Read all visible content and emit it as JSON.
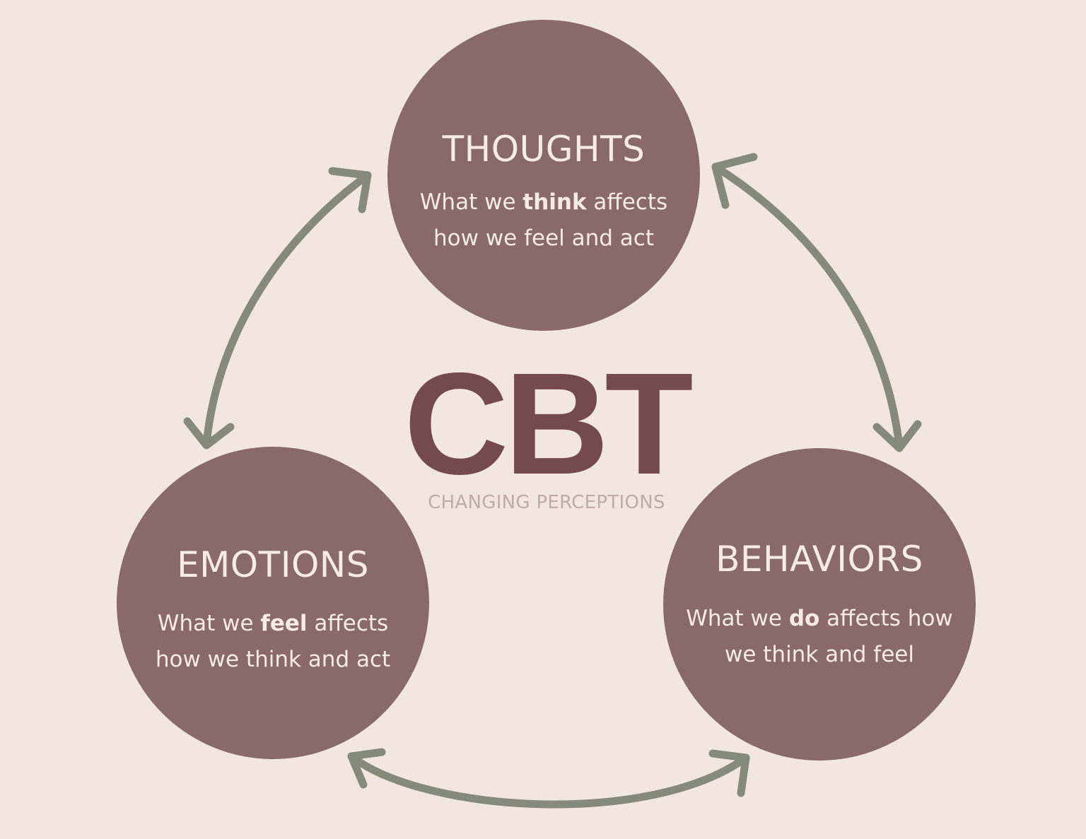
{
  "colors": {
    "background": "#f1e7df",
    "circle_fill": "#89696a",
    "circle_text": "#f6ece5",
    "arrow": "#868a79",
    "title": "#744a4f",
    "subtitle": "#c0aba6"
  },
  "center": {
    "title": "CBT",
    "subtitle": "CHANGING PERCEPTIONS"
  },
  "nodes": {
    "thoughts": {
      "title": "THOUGHTS",
      "line1_pre": "What we ",
      "line1_bold": "think",
      "line1_post": " affects",
      "line2": "how we feel and act"
    },
    "emotions": {
      "title": "EMOTIONS",
      "line1_pre": "What we ",
      "line1_bold": "feel",
      "line1_post": " affects",
      "line2": "how we think and act"
    },
    "behaviors": {
      "title": "BEHAVIORS",
      "line1_pre": "What we ",
      "line1_bold": "do",
      "line1_post": " affects how",
      "line2": "we think and feel"
    }
  },
  "connections": [
    {
      "from": "thoughts",
      "to": "emotions",
      "icon": "double-headed-arrow-icon"
    },
    {
      "from": "thoughts",
      "to": "behaviors",
      "icon": "double-headed-arrow-icon"
    },
    {
      "from": "emotions",
      "to": "behaviors",
      "icon": "double-headed-arrow-icon"
    }
  ]
}
